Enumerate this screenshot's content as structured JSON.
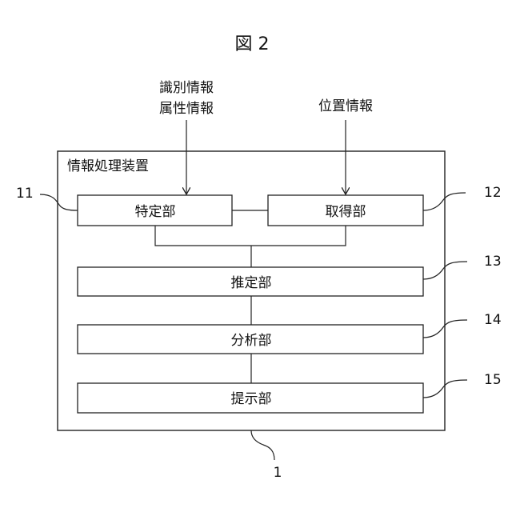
{
  "figure_title": "図 2",
  "inputs": {
    "identification": "識別情報",
    "attribute": "属性情報",
    "location": "位置情報"
  },
  "device": {
    "label": "情報処理装置",
    "ref": "1"
  },
  "blocks": {
    "identify": {
      "label": "特定部",
      "ref": "11"
    },
    "acquire": {
      "label": "取得部",
      "ref": "12"
    },
    "estimate": {
      "label": "推定部",
      "ref": "13"
    },
    "analyze": {
      "label": "分析部",
      "ref": "14"
    },
    "present": {
      "label": "提示部",
      "ref": "15"
    }
  }
}
